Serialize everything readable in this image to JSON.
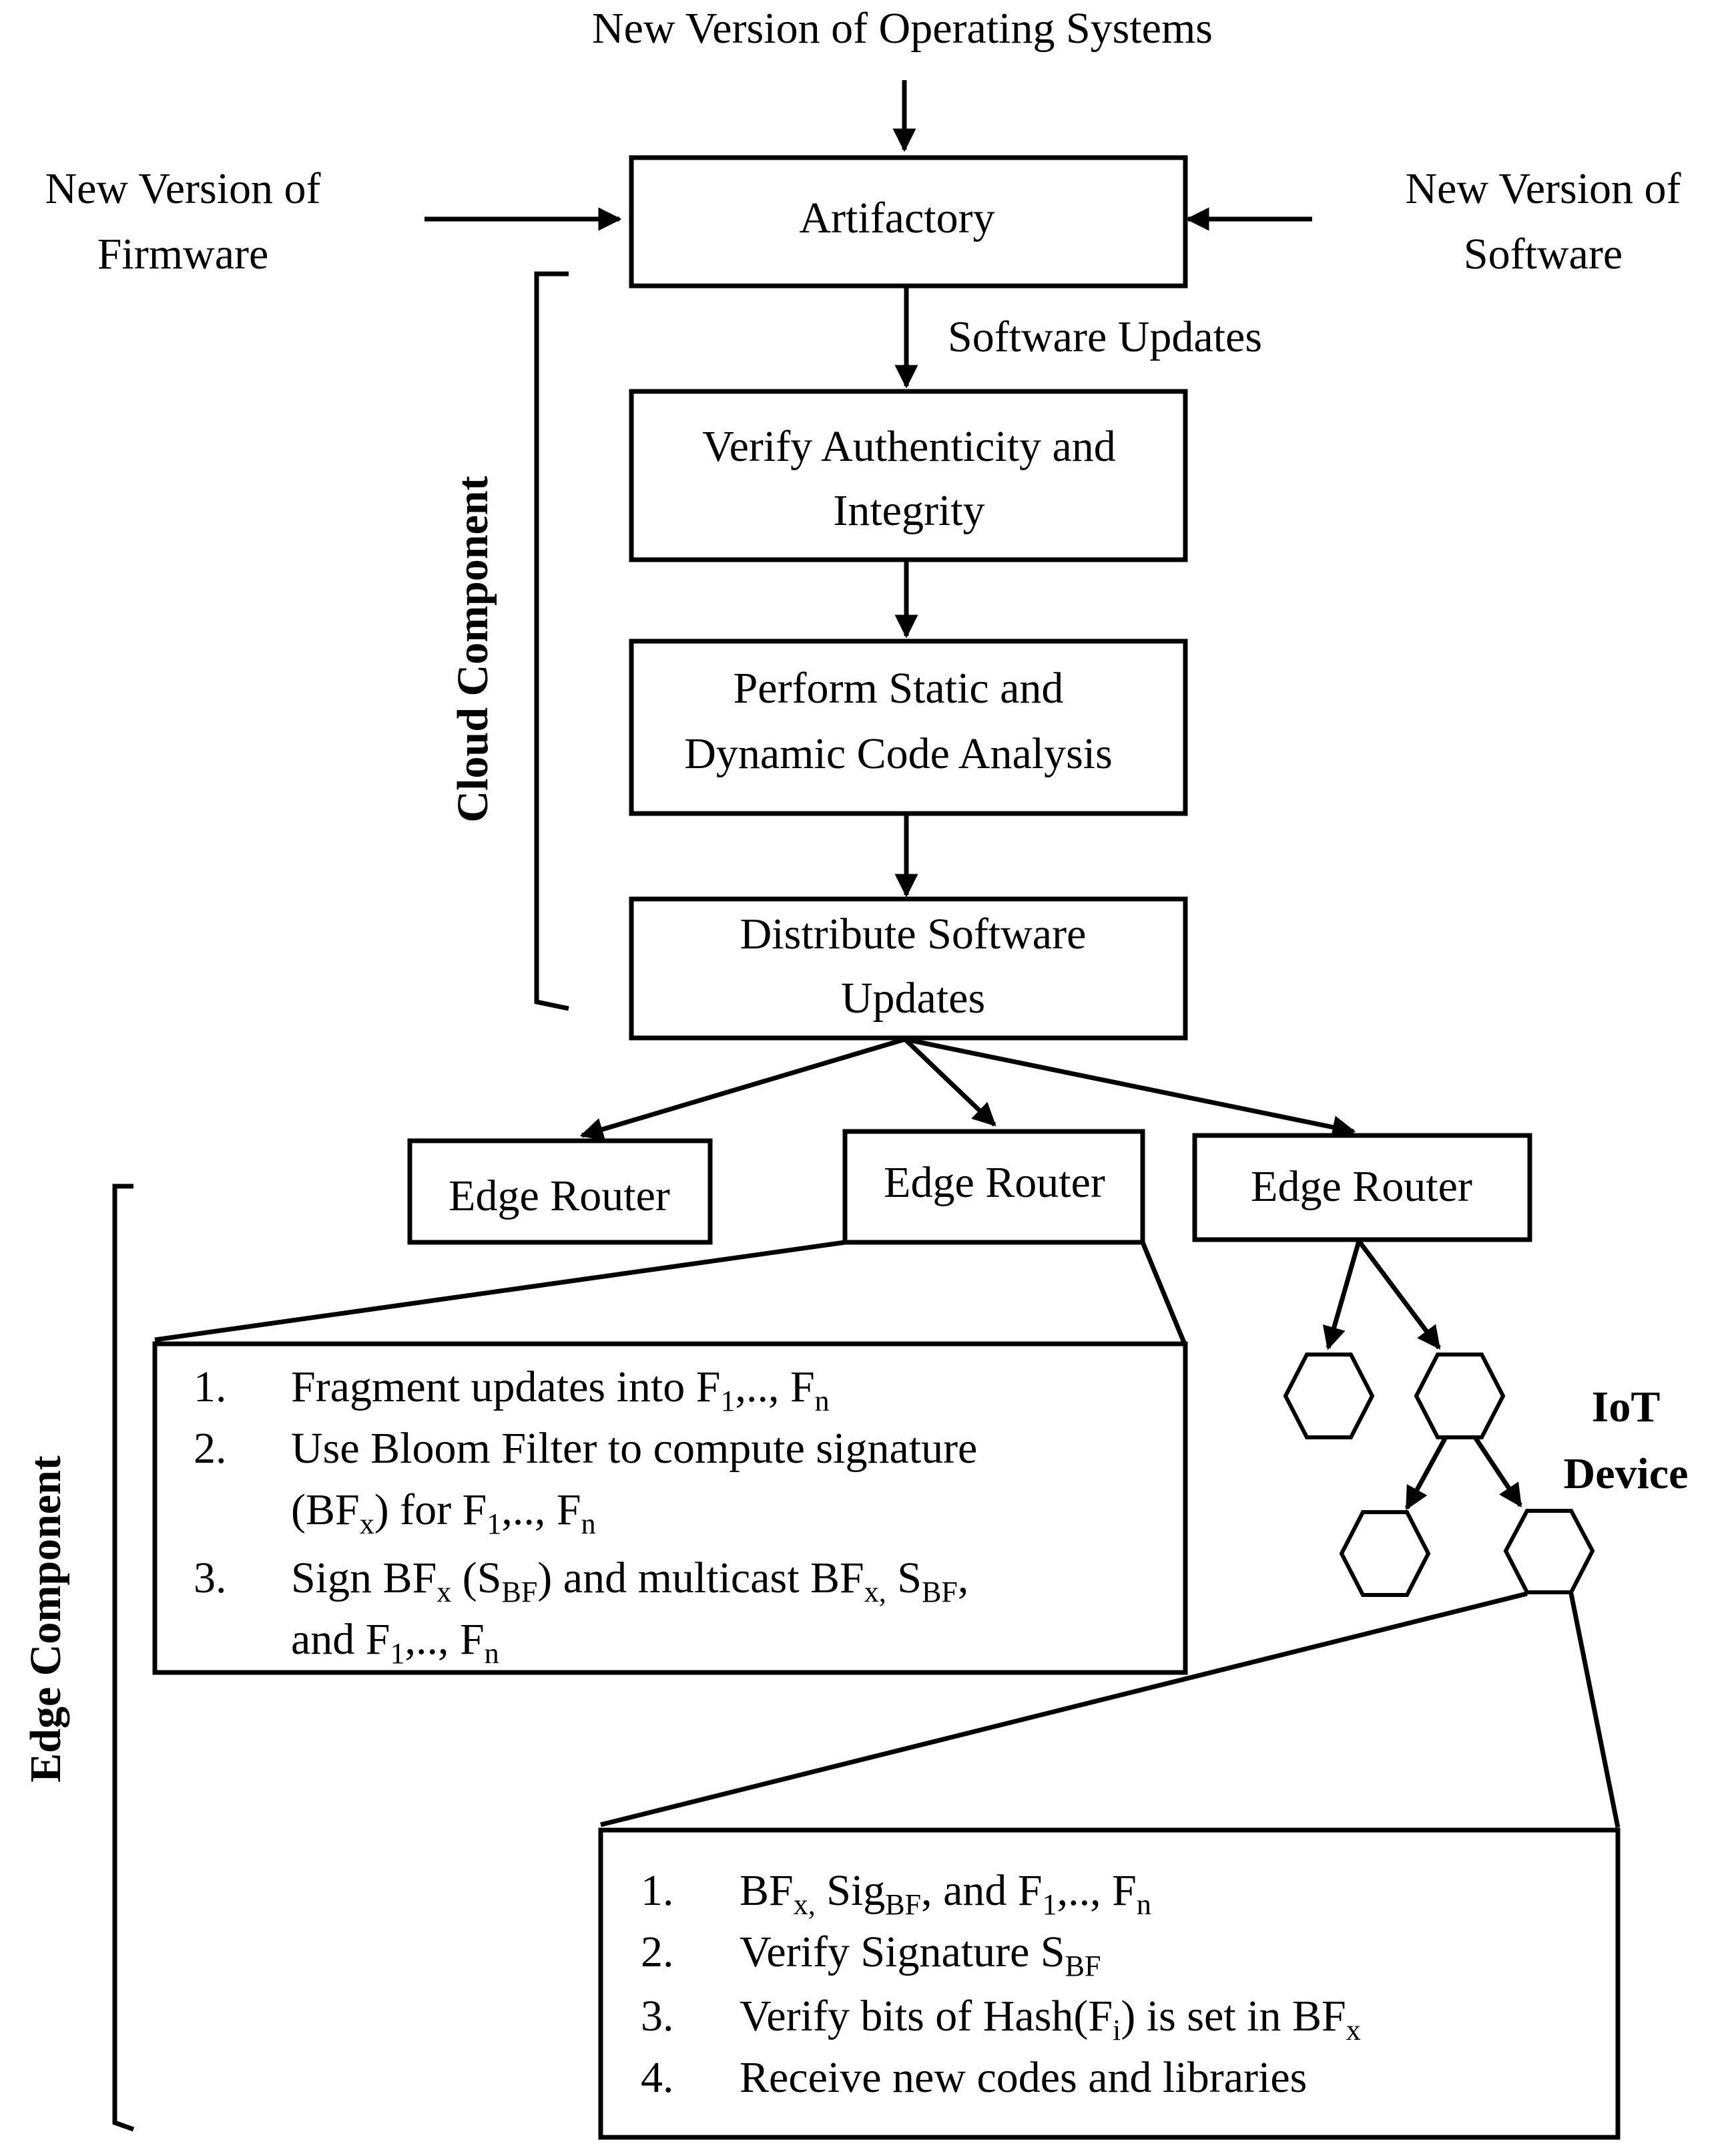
{
  "inputs": {
    "operating_systems": "New Version of Operating Systems",
    "firmware_line1": "New Version of",
    "firmware_line2": "Firmware",
    "software_line1": "New Version of",
    "software_line2": "Software"
  },
  "cloud": {
    "label": "Cloud Component",
    "artifactory": "Artifactory",
    "software_updates_label": "Software Updates",
    "verify_line1": "Verify Authenticity and",
    "verify_line2": "Integrity",
    "analysis_line1": "Perform Static and",
    "analysis_line2": "Dynamic Code Analysis",
    "distribute_line1": "Distribute Software",
    "distribute_line2": "Updates"
  },
  "edge": {
    "label": "Edge Component",
    "routers": [
      "Edge Router",
      "Edge Router",
      "Edge Router"
    ],
    "router_steps": {
      "nums": [
        "1.",
        "2.",
        "3."
      ],
      "s1_text": "Fragment updates into F",
      "s1_sub1": "1",
      "s1_mid": ",.., F",
      "s1_sub2": "n",
      "s2_line1": "Use Bloom Filter to compute signature",
      "s2_a": "(BF",
      "s2_sub_x": "x",
      "s2_b": ") for F",
      "s2_sub1": "1",
      "s2_c": ",.., F",
      "s2_subn": "n",
      "s3_a": "Sign BF",
      "s3_sub_x": "x",
      "s3_b": " (S",
      "s3_sub_bf": "BF",
      "s3_c": ") and multicast BF",
      "s3_sub_x2": "x,",
      "s3_d": " S",
      "s3_sub_bf2": "BF",
      "s3_e": ",",
      "s3_line2_a": "and F",
      "s3_line2_sub1": "1",
      "s3_line2_b": ",.., F",
      "s3_line2_subn": "n"
    },
    "iot_label_line1": "IoT",
    "iot_label_line2": "Device",
    "device_steps": {
      "nums": [
        "1.",
        "2.",
        "3.",
        "4."
      ],
      "d1_a": "BF",
      "d1_sub_x": "x,",
      "d1_b": " Sig",
      "d1_sub_bf": "BF",
      "d1_c": ", and F",
      "d1_sub1": "1",
      "d1_d": ",.., F",
      "d1_subn": "n",
      "d2_a": "Verify Signature S",
      "d2_sub_bf": "BF",
      "d3_a": "Verify bits of Hash(F",
      "d3_sub_i": "i",
      "d3_b": ") is set in BF",
      "d3_sub_x": "x",
      "d4": "Receive new codes and libraries"
    }
  }
}
